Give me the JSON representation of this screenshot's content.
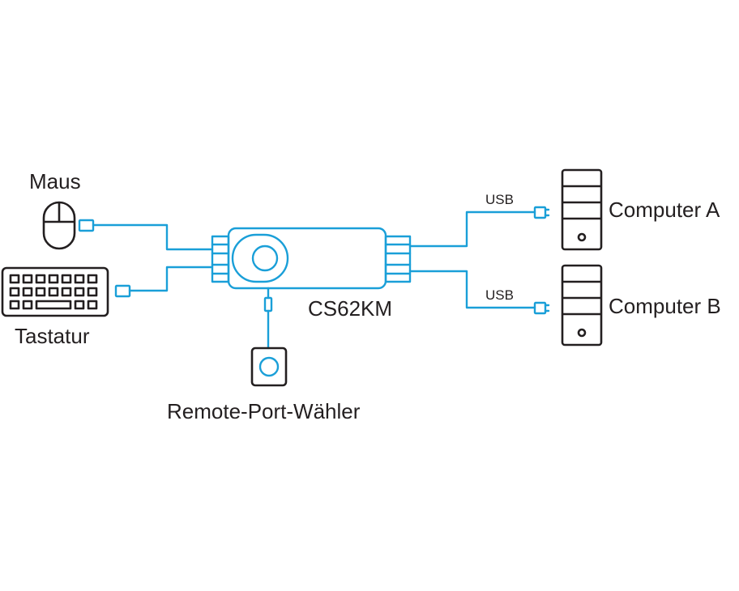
{
  "colors": {
    "cable": "#1a9fd8",
    "device": "#231f20",
    "background": "#ffffff"
  },
  "labels": {
    "mouse": "Maus",
    "keyboard": "Tastatur",
    "switch_model": "CS62KM",
    "remote_port_selector": "Remote-Port-Wähler",
    "usb_a": "USB",
    "usb_b": "USB",
    "computer_a": "Computer A",
    "computer_b": "Computer B"
  },
  "icons": {
    "mouse": "mouse-icon",
    "keyboard": "keyboard-icon",
    "kvm_switch": "kvm-switch-icon",
    "remote_selector": "remote-port-selector-icon",
    "computer_a": "desktop-tower-icon",
    "computer_b": "desktop-tower-icon"
  }
}
